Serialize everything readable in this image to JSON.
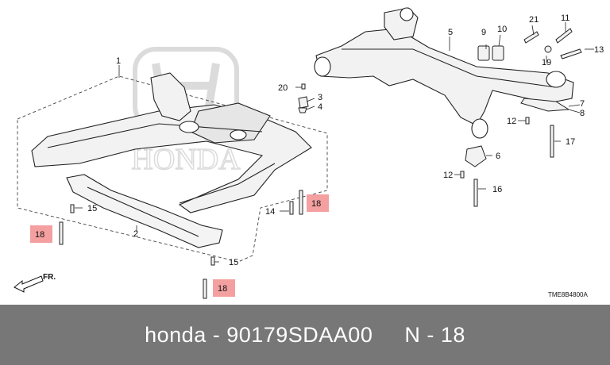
{
  "diagram": {
    "part_labels": [
      "1",
      "2",
      "3",
      "4",
      "5",
      "6",
      "7",
      "8",
      "9",
      "10",
      "11",
      "12",
      "12",
      "13",
      "14",
      "15",
      "15",
      "16",
      "17",
      "19",
      "20",
      "21"
    ],
    "highlighted_labels": [
      "18",
      "18",
      "18",
      "18"
    ],
    "direction_label": "FR.",
    "diagram_code": "TME8B4800A",
    "watermark_text": "HONDA",
    "highlight_color": "#f4a0a0"
  },
  "footer": {
    "text": "honda - 90179SDAA00     N - 18"
  }
}
